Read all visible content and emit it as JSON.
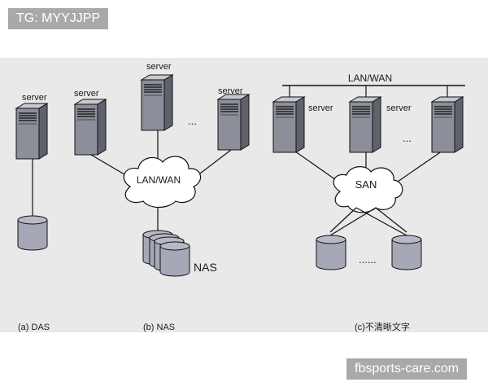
{
  "tags": {
    "top": "TG: MYYJJPP",
    "bottom": "fbsports-care.com"
  },
  "das": {
    "server_label": "server",
    "caption": "(a) DAS"
  },
  "nas": {
    "server_label_1": "server",
    "server_label_2": "server",
    "server_label_3": "server",
    "ellipsis": "...",
    "network_label": "LAN/WAN",
    "storage_label": "NAS",
    "caption": "(b) NAS"
  },
  "san": {
    "bus_label": "LAN/WAN",
    "server_label_1": "server",
    "server_label_2": "server",
    "server_ellipsis": "...",
    "network_label": "SAN",
    "disk_ellipsis": "......",
    "caption": "(c)不清晰文字"
  },
  "colors": {
    "background": "#e9e9e9",
    "device_front": "#8c8f99",
    "device_side": "#5f626c",
    "device_top": "#c7c9cf",
    "disk": "#a6a8b8",
    "line": "#111111",
    "tag_bg": "#a9a9a9"
  }
}
